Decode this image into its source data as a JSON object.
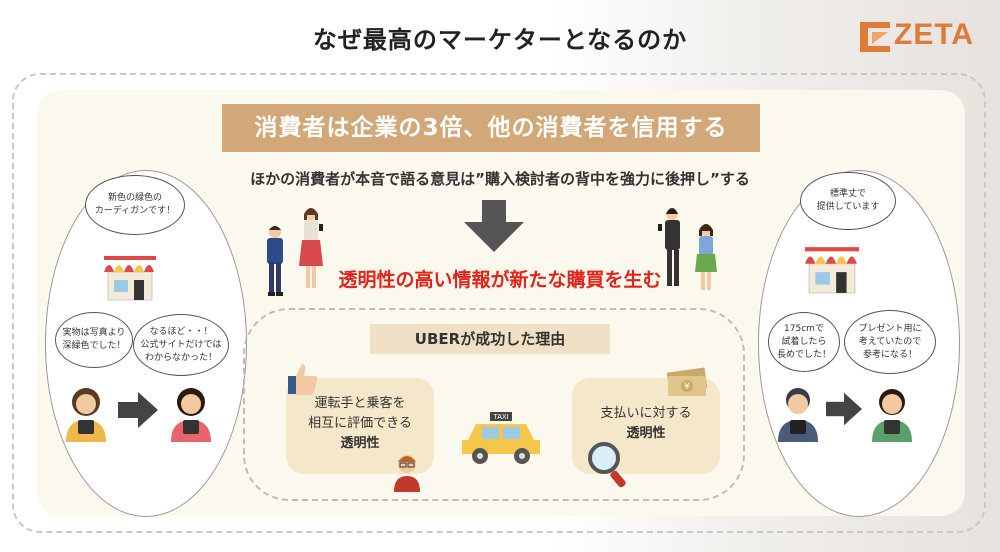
{
  "slide": {
    "title": "なぜ最高のマーケターとなるのか",
    "logo_text": "ZETA",
    "headline": "消費者は企業の3倍、他の消費者を信用する",
    "subtext": "ほかの消費者が本音で語る意見は”購入検討者の背中を強力に後押し”する",
    "result": "透明性の高い情報が新たな購買を生む"
  },
  "left_panel": {
    "shop_bubble": [
      "新色の緑色の",
      "カーディガンです！"
    ],
    "customer_bubble": [
      "実物は写真より",
      "深緑色でした！"
    ],
    "reader_bubble": [
      "なるほど・・！",
      "公式サイトだけでは",
      "わからなかった！"
    ]
  },
  "right_panel": {
    "shop_bubble": [
      "標準丈で",
      "提供しています"
    ],
    "customer_bubble": [
      "175cmで",
      "試着したら",
      "長めでした！"
    ],
    "reader_bubble": [
      "プレゼント用に",
      "考えていたので",
      "参考になる！"
    ]
  },
  "uber": {
    "label": "UBERが成功した理由",
    "driver_line1": "運転手と乗客を",
    "driver_line2": "相互に評価できる",
    "driver_strong": "透明性",
    "payment_line1": "支払いに対する",
    "payment_strong": "透明性",
    "taxi_sign": "TAXI",
    "money_symbol": "¥"
  },
  "colors": {
    "banner": "#d2a878",
    "accent_red": "#e2231a",
    "logo_orange": "#e07a38",
    "panel_bg": "#fbf8ee",
    "card_bg": "#f5e7c9"
  },
  "icons": [
    "shop-icon",
    "person-icon",
    "right-arrow-icon",
    "down-arrow-icon",
    "thumbs-up-icon",
    "taxi-icon",
    "money-icon",
    "magnifier-icon",
    "logo-icon"
  ]
}
